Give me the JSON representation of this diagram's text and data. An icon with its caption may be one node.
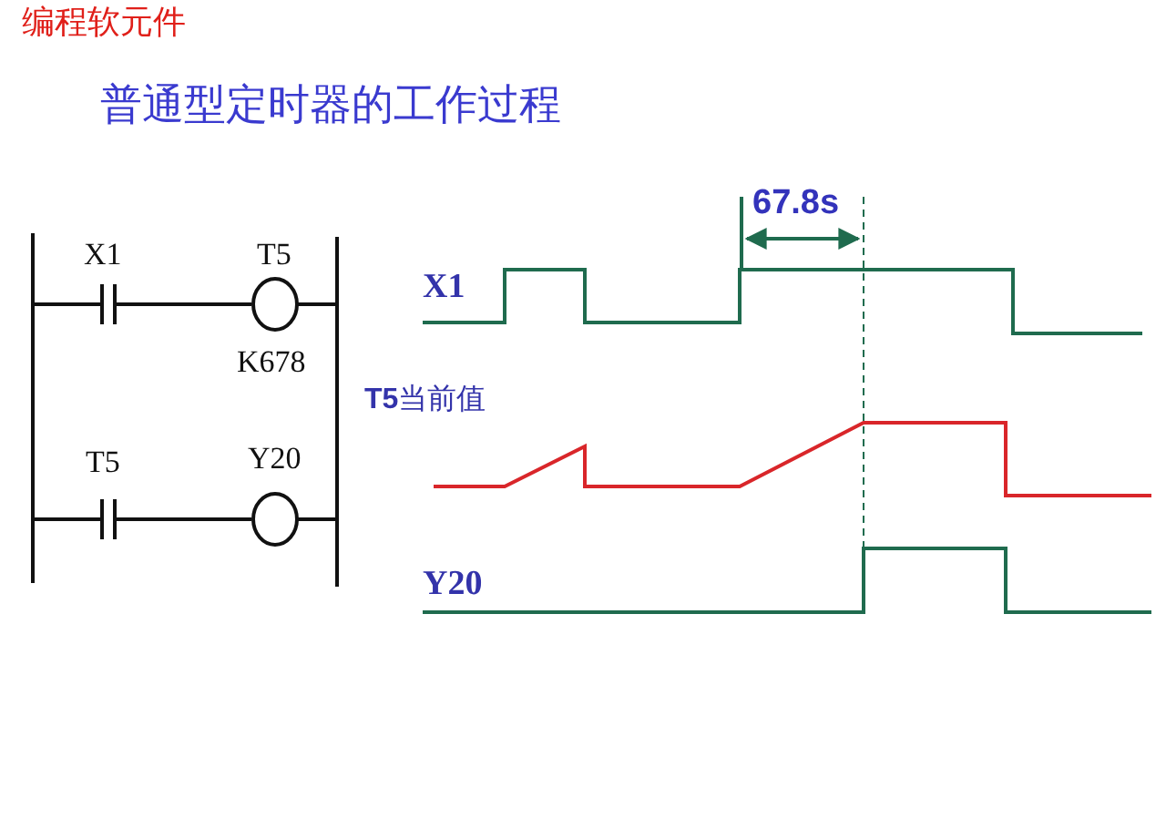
{
  "diagram": {
    "title": "普通型定时器的工作过程",
    "labels": [
      "编程软元件",
      "X1",
      "T5",
      "K678",
      "T5",
      "Y20",
      "67.8s",
      "X1",
      "**T5**当前值",
      "Y20"
    ]
  }
}
